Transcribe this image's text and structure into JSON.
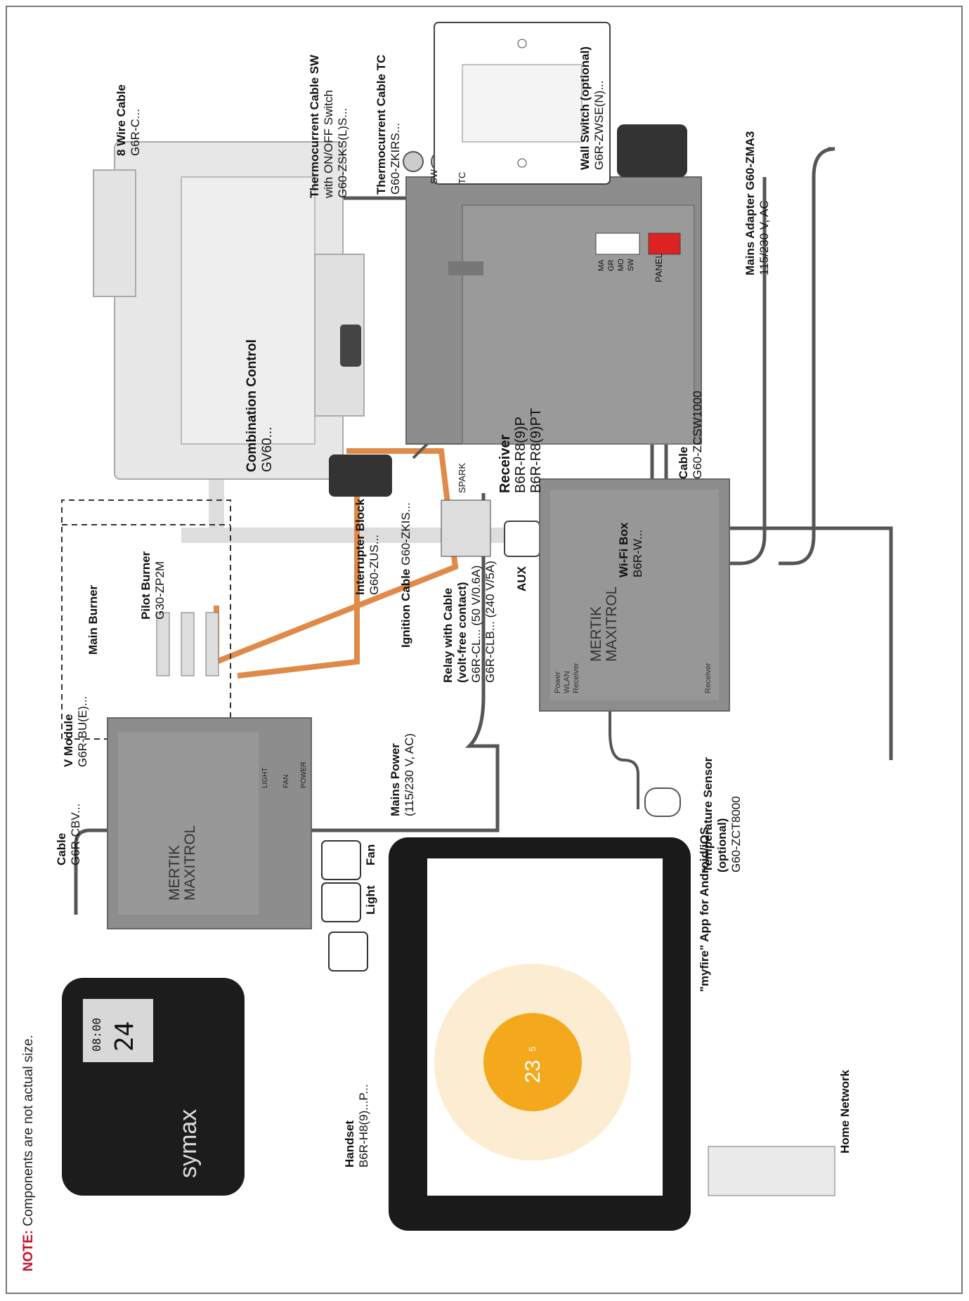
{
  "labels": {
    "wire8": {
      "title": "8 Wire Cable",
      "code": "G6R-C..."
    },
    "tc_sw": {
      "title": "Thermocurrent Cable SW",
      "sub": "with ON/OFF Switch",
      "code": "G60-ZSKS(L)S..."
    },
    "tc_tc": {
      "title": "Thermocurrent Cable TC",
      "code": "G60-ZKIRS..."
    },
    "wall_switch": {
      "title": "Wall Switch (optional)",
      "code": "G6R-ZWSE(N)..."
    },
    "mains_adapter": {
      "title": "Mains Adapter G60-ZMA3",
      "code": "115/230 V, AC"
    },
    "combination": {
      "title": "Combination Control",
      "code": "GV60..."
    },
    "receiver": {
      "title": "Receiver",
      "code1": "B6R-R8(9)P",
      "code2": "B6R-R8(9)PT"
    },
    "cable_zcsw": {
      "title": "Cable",
      "code": "G60-ZCSW1000"
    },
    "main_burner": {
      "title": "Main Burner"
    },
    "pilot_burner": {
      "title": "Pilot Burner",
      "code": "G30-ZP2M"
    },
    "interrupter": {
      "title": "Interrupter Block",
      "code": "G60-ZUS..."
    },
    "ignition": {
      "title": "Ignition Cable",
      "code": "G60-ZKIS..."
    },
    "relay": {
      "title": "Relay with Cable",
      "sub": "(volt-free contact)",
      "code1": "G6R-CL...  (50 V/0.6A)",
      "code2": "G6R-CLB...  (240 V/5A)"
    },
    "aux": {
      "title": "AUX"
    },
    "wifi": {
      "title": "Wi-Fi Box",
      "code": "B6R-W..."
    },
    "vmodule": {
      "title": "V Module",
      "code": "G6R-BU(E)..."
    },
    "mains_power": {
      "title": "Mains Power",
      "code": "(115/230 V, AC)"
    },
    "cable_cbv": {
      "title": "Cable",
      "code": "G6R-CBV..."
    },
    "fan": {
      "title": "Fan"
    },
    "light": {
      "title": "Light"
    },
    "temp_sensor": {
      "title": "Temperature Sensor",
      "sub": "(optional)",
      "code": "G60-ZCT8000"
    },
    "handset": {
      "title": "Handset",
      "code": "B6R-H8(9)...P..."
    },
    "app": {
      "title": "\"myfire\" App for Android/iOS"
    },
    "home_network": {
      "title": "Home Network"
    }
  },
  "device_text": {
    "receiver_terminals": [
      "SW",
      "TC"
    ],
    "receiver_spark": "SPARK",
    "receiver_panel": "PANEL",
    "receiver_pins": [
      "MA",
      "GR",
      "MO",
      "SW"
    ],
    "brand": "MERTIK MAXITROL",
    "brand_line1": "MERTIK",
    "brand_line2": "MAXITROL",
    "wifi_status": [
      "Power",
      "WLAN",
      "Receiver"
    ],
    "wifi_port": "Receiver",
    "vmodule_groups": [
      "LIGHT",
      "FAN",
      "POWER"
    ],
    "handset_time": "08:00",
    "handset_temp": "24",
    "handset_brand": "symax",
    "app_temp": "23",
    "app_temp_decimal": "5"
  },
  "note": {
    "prefix": "NOTE:",
    "text": "Components are not actual size."
  },
  "colors": {
    "cable": "#555555",
    "ignition": "#e08a4a",
    "relay": "#c63030",
    "device": "#8a8a8a"
  }
}
